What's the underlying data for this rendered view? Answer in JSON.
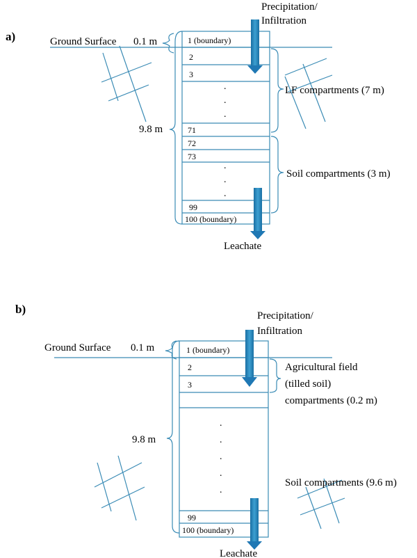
{
  "panel_a": {
    "label": "a)",
    "top_text_1": "Precipitation/",
    "top_text_2": "Infiltration",
    "ground_surface": "Ground Surface",
    "ground_depth": "0.1 m",
    "total_depth": "9.8 m",
    "cells": {
      "c1": "1 (boundary)",
      "c2": "2",
      "c3": "3",
      "c71": "71",
      "c72": "72",
      "c73": "73",
      "c99": "99",
      "c100": "100 (boundary)"
    },
    "lf_label": "LF compartments (7 m)",
    "soil_label": "Soil compartments (3 m)",
    "bottom_text": "Leachate"
  },
  "panel_b": {
    "label": "b)",
    "top_text_1": "Precipitation/",
    "top_text_2": "Infiltration",
    "ground_surface": "Ground Surface",
    "ground_depth": "0.1 m",
    "total_depth": "9.8 m",
    "cells": {
      "c1": "1 (boundary)",
      "c2": "2",
      "c3": "3",
      "c99": "99",
      "c100": "100 (boundary)"
    },
    "ag_label_1": "Agricultural field",
    "ag_label_2": "(tilled soil)",
    "ag_label_3": "compartments (0.2 m)",
    "soil_label": "Soil compartments (9.6 m)",
    "bottom_text": "Leachate"
  },
  "colors": {
    "line": "#3a8bb5",
    "arrow": "#1f78b4",
    "text": "#000000"
  }
}
